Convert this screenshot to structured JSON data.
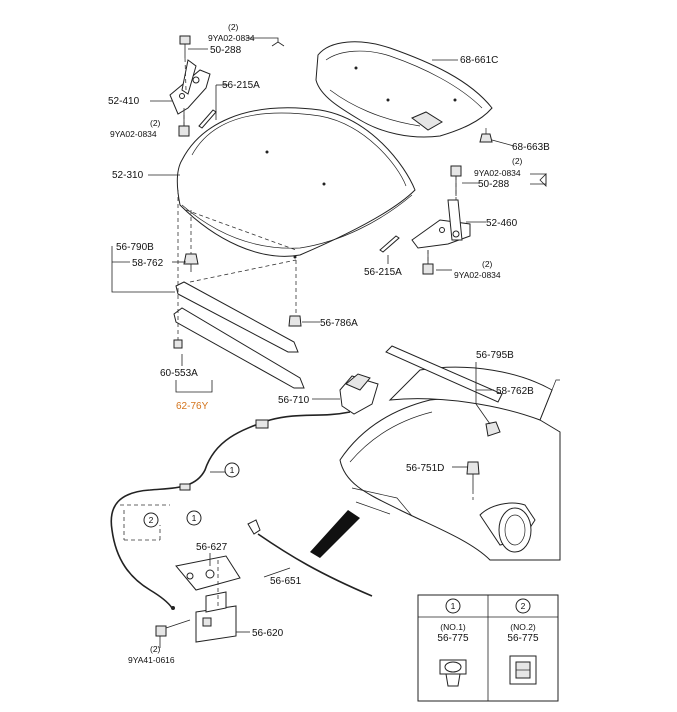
{
  "labels": {
    "p_9ya02_0834_a": "9YA02-0834",
    "p_qty_a": "(2)",
    "p_50_288_a": "50-288",
    "p_56_215a_a": "56-215A",
    "p_52_410": "52-410",
    "p_qty_b": "(2)",
    "p_9ya02_0834_b": "9YA02-0834",
    "p_68_661c": "68-661C",
    "p_68_663b": "68-663B",
    "p_qty_c": "(2)",
    "p_9ya02_0834_c": "9YA02-0834",
    "p_50_288_b": "50-288",
    "p_52_310": "52-310",
    "p_52_460": "52-460",
    "p_56_790b": "56-790B",
    "p_58_762_a": "58-762",
    "p_56_215a_b": "56-215A",
    "p_qty_d": "(2)",
    "p_9ya02_0834_d": "9YA02-0834",
    "p_56_786a": "56-786A",
    "p_60_553a": "60-553A",
    "p_62_76y": "62-76Y",
    "p_56_795b": "56-795B",
    "p_58_762b": "58-762B",
    "p_56_710": "56-710",
    "p_56_751d": "56-751D",
    "p_56_627": "56-627",
    "p_56_651": "56-651",
    "p_56_620": "56-620",
    "p_qty_e": "(2)",
    "p_9ya41_0616": "9YA41-0616",
    "callout_1": "1",
    "callout_2": "2"
  },
  "legend": {
    "cell1_num": "1",
    "cell1_no": "(NO.1)",
    "cell1_part": "56-775",
    "cell2_num": "2",
    "cell2_no": "(NO.2)",
    "cell2_part": "56-775"
  },
  "colors": {
    "highlight": "#d4741c",
    "line": "#222222"
  }
}
